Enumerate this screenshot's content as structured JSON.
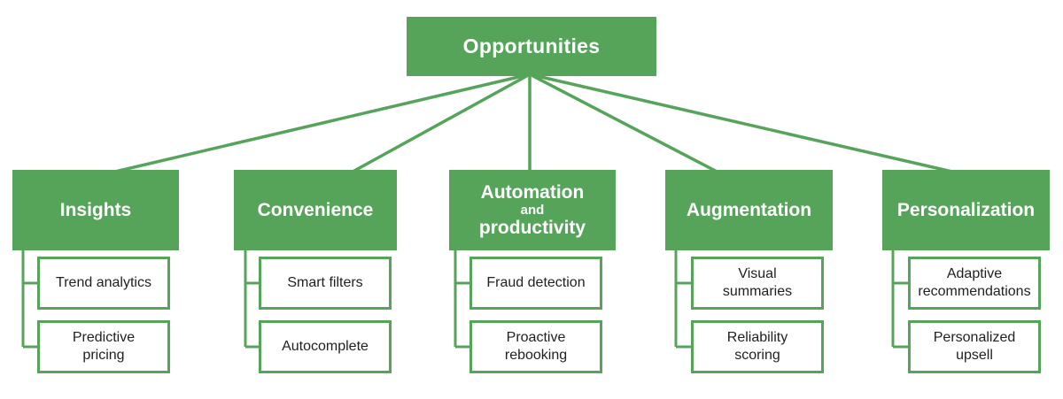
{
  "colors": {
    "green": "#56A45A",
    "category_text": "#FFFFFF",
    "child_text": "#202124",
    "background": "#FFFFFF"
  },
  "root": {
    "label": "Opportunities"
  },
  "categories": [
    {
      "title": "Insights",
      "children": [
        {
          "label": "Trend analytics"
        },
        {
          "label": [
            "Predictive",
            "pricing"
          ]
        }
      ]
    },
    {
      "title": "Convenience",
      "children": [
        {
          "label": "Smart filters"
        },
        {
          "label": "Autocomplete"
        }
      ]
    },
    {
      "title_lines": [
        "Automation",
        "and",
        "productivity"
      ],
      "children": [
        {
          "label": "Fraud detection"
        },
        {
          "label": [
            "Proactive",
            "rebooking"
          ]
        }
      ]
    },
    {
      "title": "Augmentation",
      "children": [
        {
          "label": [
            "Visual",
            "summaries"
          ]
        },
        {
          "label": [
            "Reliability",
            "scoring"
          ]
        }
      ]
    },
    {
      "title": "Personalization",
      "children": [
        {
          "label": [
            "Adaptive",
            "recommendations"
          ]
        },
        {
          "label": [
            "Personalized",
            "upsell"
          ]
        }
      ]
    }
  ]
}
